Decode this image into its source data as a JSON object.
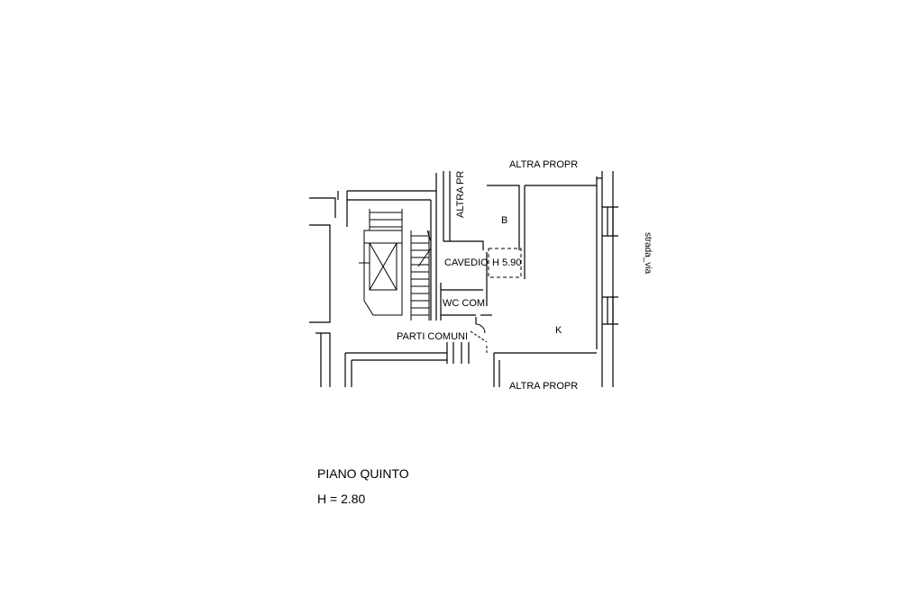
{
  "labels": {
    "top_other": "ALTRA PROPR",
    "bottom_other": "ALTRA PROPR",
    "vertical_other": "ALTRA PR",
    "street": "strada_via",
    "room_b": "B",
    "room_k": "K",
    "courtyard": "CAVEDIO",
    "courtyard_height": "H 5.90",
    "wc": "WC COM",
    "common_parts": "PARTI COMUNI"
  },
  "caption": {
    "floor": "PIANO QUINTO",
    "height": "H = 2.80"
  }
}
